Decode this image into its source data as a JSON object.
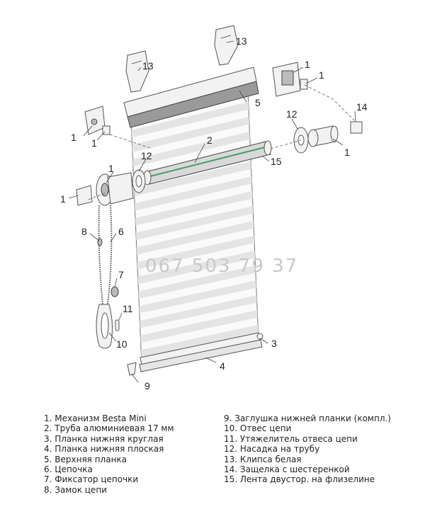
{
  "watermark": "067 503 79 37",
  "callouts": {
    "c1": "1",
    "c2": "2",
    "c3": "3",
    "c4": "4",
    "c5": "5",
    "c6": "6",
    "c7": "7",
    "c8": "8",
    "c9": "9",
    "c10": "10",
    "c11": "11",
    "c12": "12",
    "c13": "13",
    "c14": "14",
    "c15": "15"
  },
  "legend": {
    "left": [
      "1. Механизм Besta Mini",
      "2. Труба алюминиевая 17 мм",
      "3. Планка нижняя круглая",
      "4. Планка нижняя плоская",
      "5. Верхняя планка",
      "6. Цепочка",
      "7. Фиксатор цепочки",
      "8. Замок цепи"
    ],
    "right": [
      "9. Заглушка нижней планки (компл.)",
      "10. Отвес цепи",
      "11. Утяжелитель отвеса цепи",
      "12. Насадка на трубу",
      "13. Клипса белая",
      "14. Защелка с шестеренкой",
      "15. Лента двустор. на флизелине"
    ]
  }
}
